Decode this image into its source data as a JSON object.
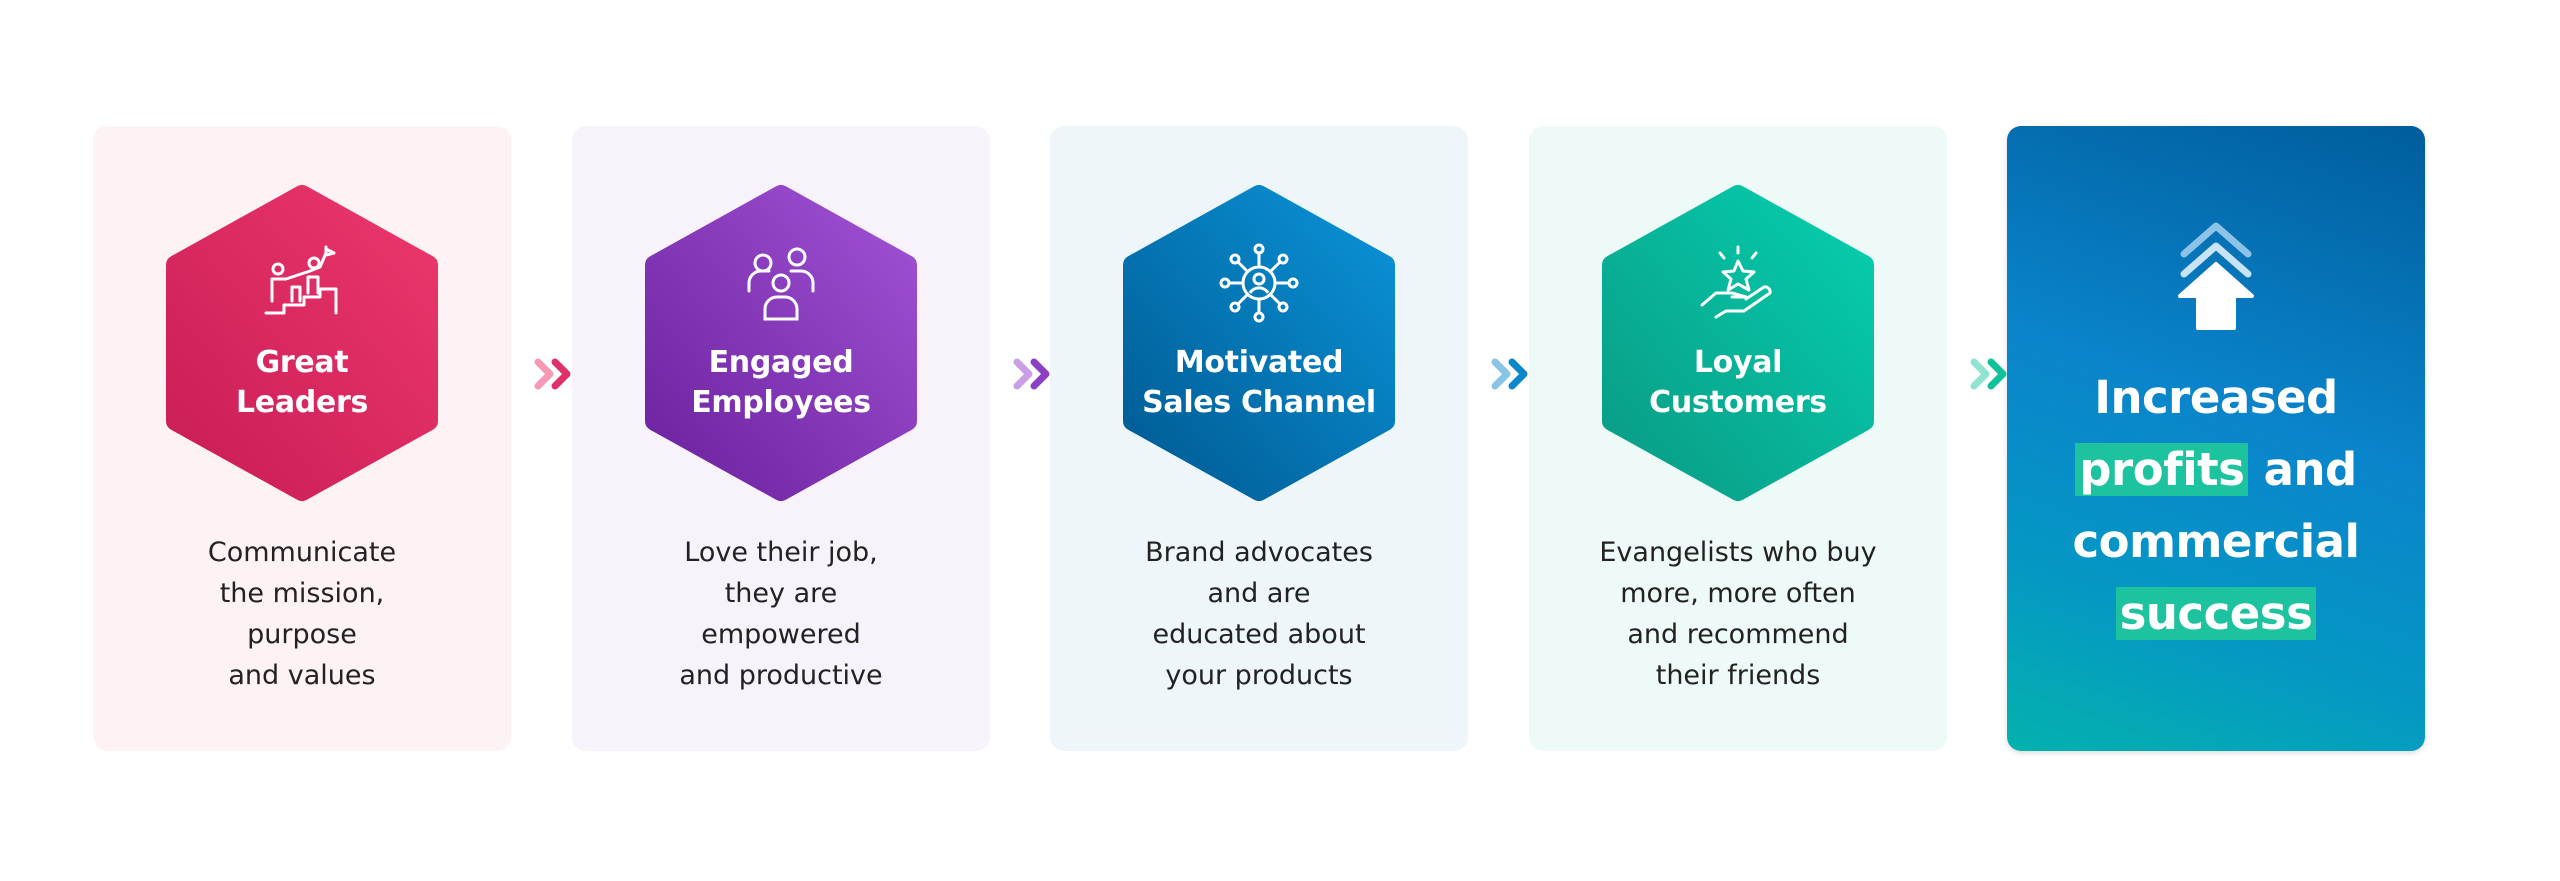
{
  "steps": [
    {
      "title_lines": [
        "Great",
        "Leaders"
      ],
      "desc_lines": [
        "Communicate",
        "the mission,",
        "purpose",
        "and values"
      ],
      "icon": "leader-climbing-steps-icon",
      "colors": {
        "card": "#fdf2f4",
        "hex_from": "#ec376c",
        "hex_to": "#c81d55",
        "arrow_light": "#f39ab5",
        "arrow_dark": "#e0306a"
      }
    },
    {
      "title_lines": [
        "Engaged",
        "Employees"
      ],
      "desc_lines": [
        "Love their job,",
        "they are",
        "empowered",
        "and productive"
      ],
      "icon": "people-group-icon",
      "colors": {
        "card": "#f8f3fa",
        "hex_from": "#a052d4",
        "hex_to": "#6b219e",
        "arrow_light": "#c9a0e6",
        "arrow_dark": "#8d3fc4"
      }
    },
    {
      "title_lines": [
        "Motivated",
        "Sales Channel"
      ],
      "desc_lines": [
        "Brand advocates",
        "and are",
        "educated about",
        "your products"
      ],
      "icon": "network-person-icon",
      "colors": {
        "card": "#eef6fa",
        "hex_from": "#0a93d8",
        "hex_to": "#005a92",
        "arrow_light": "#88c4e6",
        "arrow_dark": "#0a86cb"
      }
    },
    {
      "title_lines": [
        "Loyal",
        "Customers"
      ],
      "desc_lines": [
        "Evangelists who buy",
        "more, more often",
        "and recommend",
        "their friends"
      ],
      "icon": "hand-star-icon",
      "colors": {
        "card": "#eefaf7",
        "hex_from": "#05cfae",
        "hex_to": "#0a9a84",
        "arrow_light": "#8fe3d0",
        "arrow_dark": "#10c29c"
      }
    }
  ],
  "result": {
    "line1": "Increased",
    "highlight1": "profits",
    "line2_rest": " and",
    "line3": "commercial",
    "highlight2": "success",
    "icon": "arrow-up-chevrons-icon",
    "highlight_color": "#1cc39e"
  }
}
